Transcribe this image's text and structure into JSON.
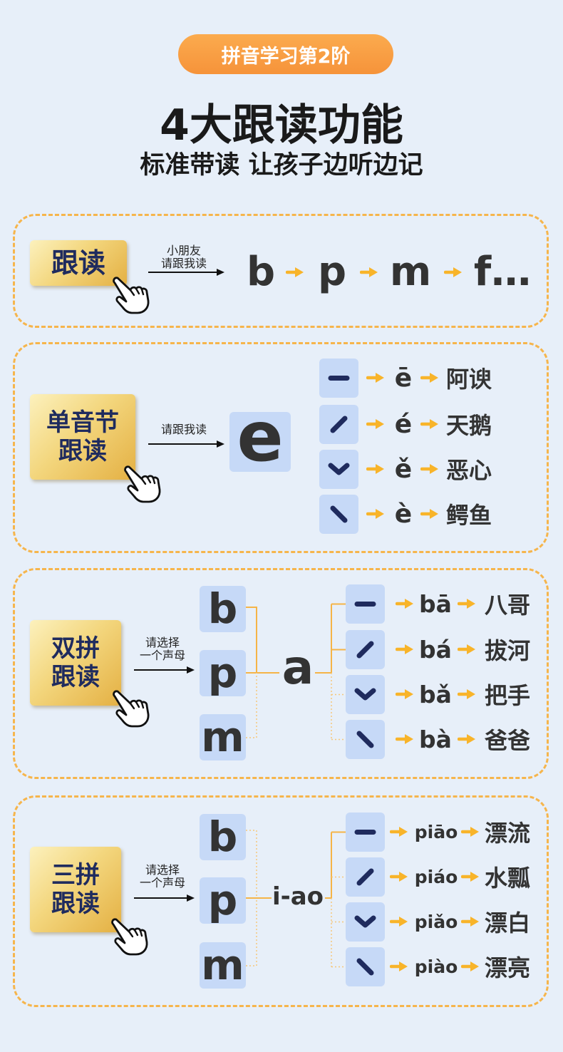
{
  "header": {
    "badge": "拼音学习第2阶",
    "title": "4大跟读功能",
    "subtitle": "标准带读 让孩子边听边记"
  },
  "colors": {
    "background": "#e7eff9",
    "badge": "#f79a3e",
    "frame": "#f6b54c",
    "gold": "#f0cb68",
    "navy": "#1f2b5e",
    "tile": "#c6d9f7",
    "arrow": "#f8b42a",
    "text": "#333333"
  },
  "icons": {
    "hand": "pointing-hand-icon",
    "arrow": "arrow-right-icon",
    "prompt_arrow": "long-arrow-right-icon"
  },
  "sections": [
    {
      "button_lines": [
        "跟读"
      ],
      "prompt_lines": [
        "小朋友",
        "请跟我读"
      ],
      "sequence": [
        "b",
        "p",
        "m",
        "f…"
      ]
    },
    {
      "button_lines": [
        "单音节",
        "跟读"
      ],
      "prompt_lines": [
        "请跟我读"
      ],
      "vowel": "e",
      "rows": [
        {
          "tone_icon": "first-tone-icon",
          "syllable": "ē",
          "word": "阿谀"
        },
        {
          "tone_icon": "second-tone-icon",
          "syllable": "é",
          "word": "天鹅"
        },
        {
          "tone_icon": "third-tone-icon",
          "syllable": "ě",
          "word": "恶心"
        },
        {
          "tone_icon": "fourth-tone-icon",
          "syllable": "è",
          "word": "鳄鱼"
        }
      ]
    },
    {
      "button_lines": [
        "双拼",
        "跟读"
      ],
      "prompt_lines": [
        "请选择",
        "一个声母"
      ],
      "initials": [
        "b",
        "p",
        "m"
      ],
      "final": "a",
      "rows": [
        {
          "tone_icon": "first-tone-icon",
          "syllable": "bā",
          "word": "八哥"
        },
        {
          "tone_icon": "second-tone-icon",
          "syllable": "bá",
          "word": "拔河"
        },
        {
          "tone_icon": "third-tone-icon",
          "syllable": "bǎ",
          "word": "把手"
        },
        {
          "tone_icon": "fourth-tone-icon",
          "syllable": "bà",
          "word": "爸爸"
        }
      ]
    },
    {
      "button_lines": [
        "三拼",
        "跟读"
      ],
      "prompt_lines": [
        "请选择",
        "一个声母"
      ],
      "initials": [
        "b",
        "p",
        "m"
      ],
      "final": "i-ao",
      "rows": [
        {
          "tone_icon": "first-tone-icon",
          "syllable": "piāo",
          "word": "漂流"
        },
        {
          "tone_icon": "second-tone-icon",
          "syllable": "piáo",
          "word": "水瓢"
        },
        {
          "tone_icon": "third-tone-icon",
          "syllable": "piǎo",
          "word": "漂白"
        },
        {
          "tone_icon": "fourth-tone-icon",
          "syllable": "piào",
          "word": "漂亮"
        }
      ]
    }
  ]
}
